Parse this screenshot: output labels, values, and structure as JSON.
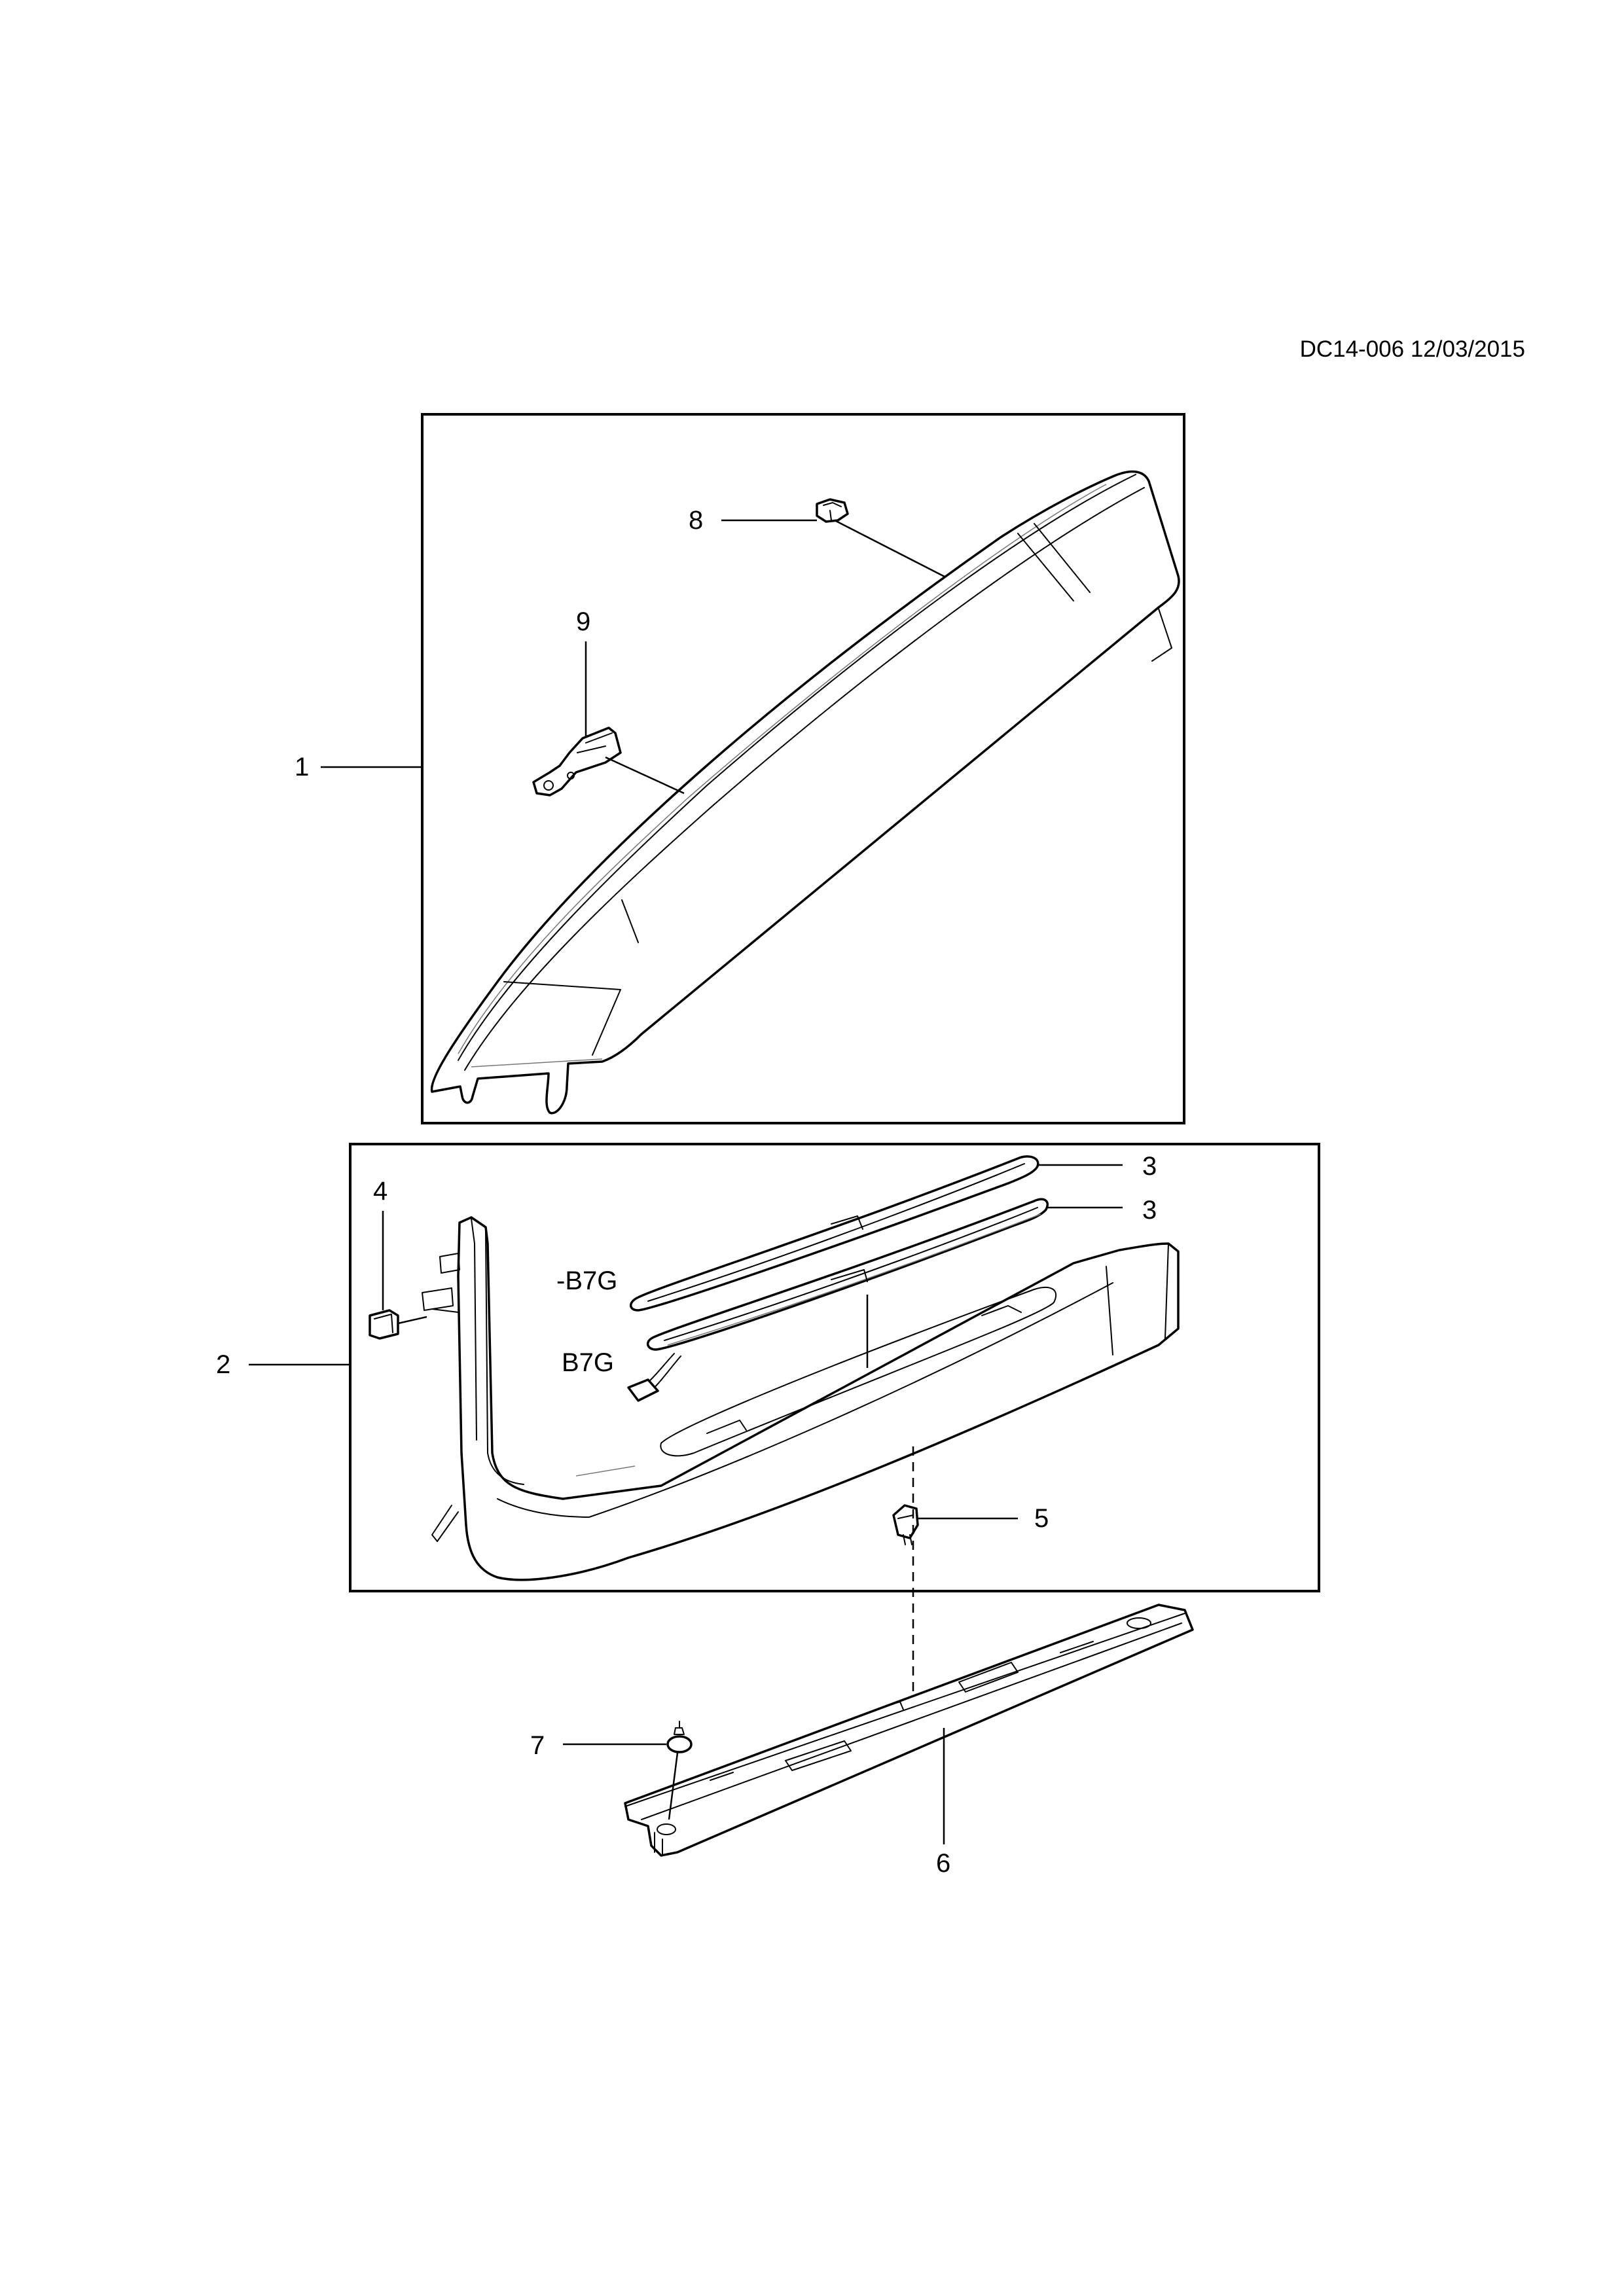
{
  "header": {
    "reference": "DC14-006 12/03/2015"
  },
  "callouts": {
    "c1": "1",
    "c2": "2",
    "c3a": "3",
    "c3b": "3",
    "c4": "4",
    "c5": "5",
    "c6": "6",
    "c7": "7",
    "c8": "8",
    "c9": "9",
    "variant_without": "-B7G",
    "variant_with": "B7G"
  }
}
